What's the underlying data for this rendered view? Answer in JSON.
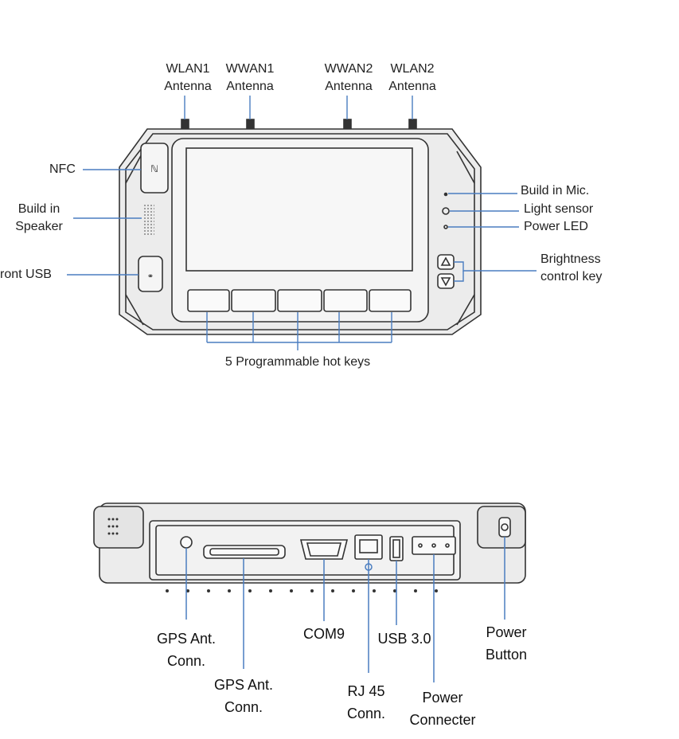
{
  "front": {
    "labels": {
      "wlan1_a": "WLAN1",
      "wlan1_b": "Antenna",
      "wwan1_a": "WWAN1",
      "wwan1_b": "Antenna",
      "wwan2_a": "WWAN2",
      "wwan2_b": "Antenna",
      "wlan2_a": "WLAN2",
      "wlan2_b": "Antenna",
      "nfc": "NFC",
      "speaker_a": "Build in",
      "speaker_b": "Speaker",
      "front_usb": "ront USB",
      "mic": "Build in Mic.",
      "light": "Light sensor",
      "power_led": "Power LED",
      "brightness_a": "Brightness",
      "brightness_b": "control key",
      "hotkeys": "5 Programmable hot keys"
    }
  },
  "bottom": {
    "labels": {
      "gps1_a": "GPS Ant.",
      "gps1_b": "Conn.",
      "gps2_a": "GPS Ant.",
      "gps2_b": "Conn.",
      "com9": "COM9",
      "usb30": "USB 3.0",
      "rj45_a": "RJ 45",
      "rj45_b": "Conn.",
      "power_conn_a": "Power",
      "power_conn_b": "Connecter",
      "power_btn_a": "Power",
      "power_btn_b": "Button"
    }
  },
  "colors": {
    "leader": "#4a7dc0",
    "outline": "#333333",
    "body_fill": "#e9e9e9",
    "screen_fill": "#f0f0f0"
  },
  "icons": {
    "nfc": "nfc-icon",
    "usb": "usb-icon",
    "brightness_up": "triangle-up-icon",
    "brightness_down": "triangle-down-icon"
  }
}
